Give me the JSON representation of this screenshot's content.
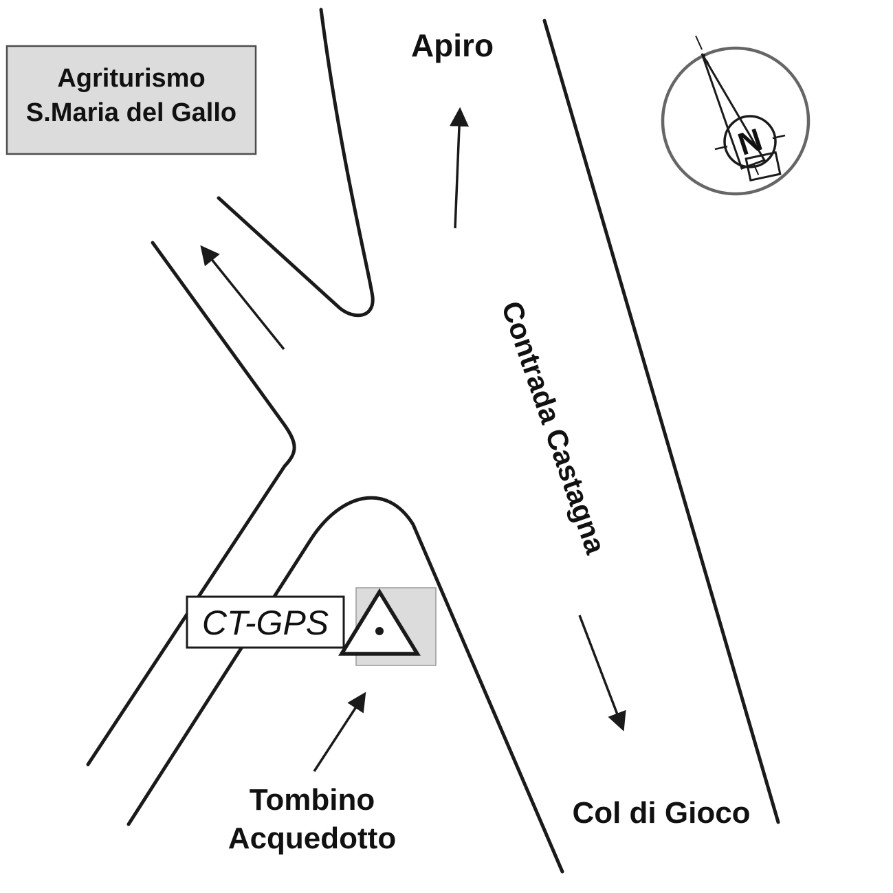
{
  "map": {
    "title_box": {
      "line1": "Agriturismo",
      "line2": "S.Maria del Gallo"
    },
    "labels": {
      "apiro": "Apiro",
      "contrada_castagna": "Contrada Castagna",
      "col_di_gioco": "Col di Gioco",
      "ct_gps": "CT-GPS",
      "tombino_line1": "Tombino",
      "tombino_line2": "Acquedotto",
      "compass_north": "N"
    },
    "colors": {
      "road_stroke": "#1a1a1a",
      "box_fill": "#dcdcdc",
      "box_border": "#4d4d4d",
      "compass_ring": "#666666",
      "marker_fill": "#dcdcdc",
      "white": "#ffffff"
    }
  }
}
